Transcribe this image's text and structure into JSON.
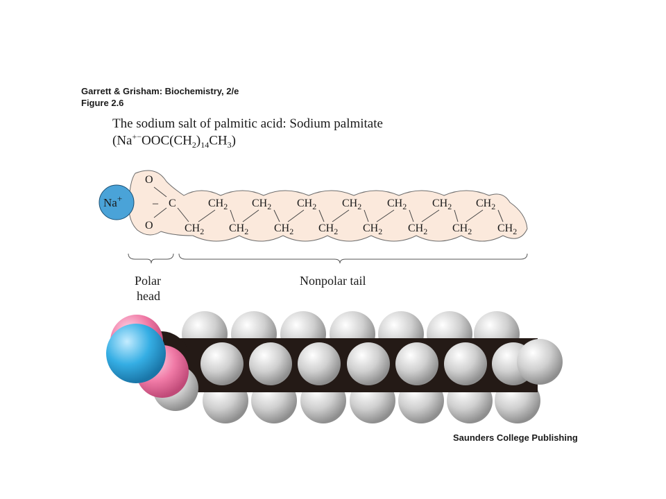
{
  "header": {
    "title": "Garrett & Grisham: Biochemistry, 2/e",
    "figure": "Figure 2.6"
  },
  "caption": {
    "line1": "The sodium salt of palmitic acid:  Sodium palmitate",
    "formula": {
      "open": "(Na",
      "charges": "+−",
      "middle": "OOC(CH",
      "sub1": "2",
      ")": ")",
      "sub2": "14",
      "end": "CH",
      "sub3": "3",
      "close": ")"
    }
  },
  "structure": {
    "sodium_label": "Na",
    "sodium_charge": "+",
    "oxygen_label": "O",
    "carbon_label": "C",
    "minus_label": "–",
    "ch2_label": "CH",
    "ch2_sub": "2",
    "upper_count": 7,
    "lower_count": 8
  },
  "labels": {
    "polar_line1": "Polar",
    "polar_line2": "head",
    "nonpolar": "Nonpolar tail"
  },
  "colors": {
    "sodium": "#4aa3d8",
    "oxygen": "#f07aa6",
    "hydrogen": "#d4d4d4",
    "carbon": "#241a16",
    "envelope": "#fbe9dc"
  },
  "publisher": "Saunders College Publishing"
}
